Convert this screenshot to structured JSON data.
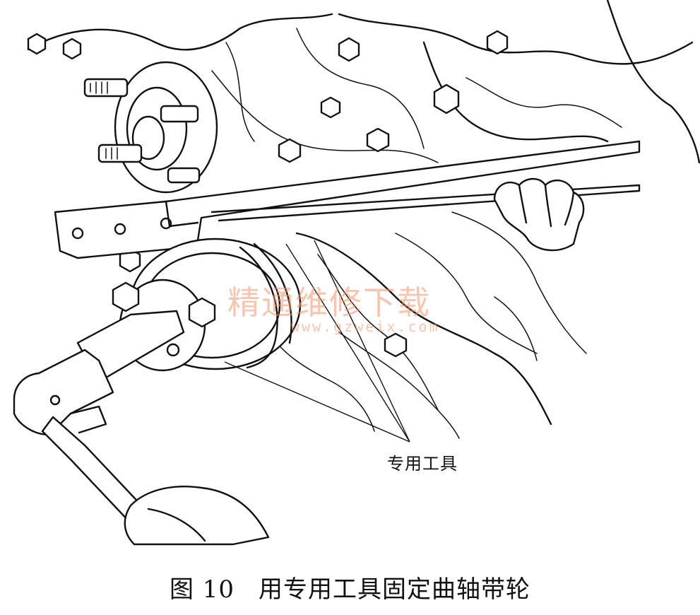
{
  "figure": {
    "callout_label": "专用工具",
    "caption_number": "图 10",
    "caption_text": "用专用工具固定曲轴带轮"
  },
  "watermark": {
    "text": "精通维修下载",
    "url": "www.gzweix.com"
  },
  "colors": {
    "ink": "#111111",
    "background": "#ffffff",
    "watermark": "#ee966e"
  }
}
